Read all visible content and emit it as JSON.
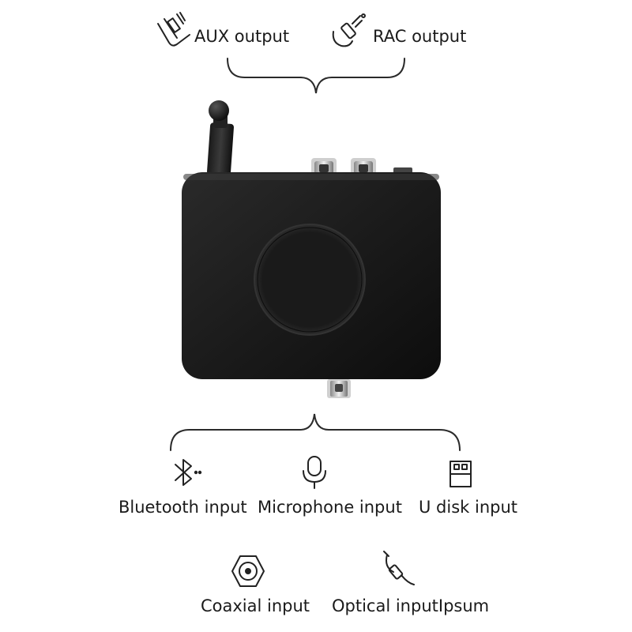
{
  "outputs": {
    "aux_label": "AUX output",
    "rca_label": "RAC output"
  },
  "inputs": {
    "bluetooth_label": "Bluetooth input",
    "microphone_label": "Microphone input",
    "udisk_label": "U disk input",
    "coaxial_label": "Coaxial input",
    "optical_label": "Optical inputIpsum"
  },
  "icons": {
    "aux": "aux-jack-icon",
    "rca": "rca-plug-icon",
    "bluetooth": "bluetooth-icon",
    "microphone": "microphone-icon",
    "udisk": "usb-drive-icon",
    "coaxial": "coaxial-icon",
    "optical": "optical-cable-icon"
  },
  "colors": {
    "device_body": "#1b1b1b",
    "line": "#2a2a2a",
    "background": "#ffffff"
  }
}
